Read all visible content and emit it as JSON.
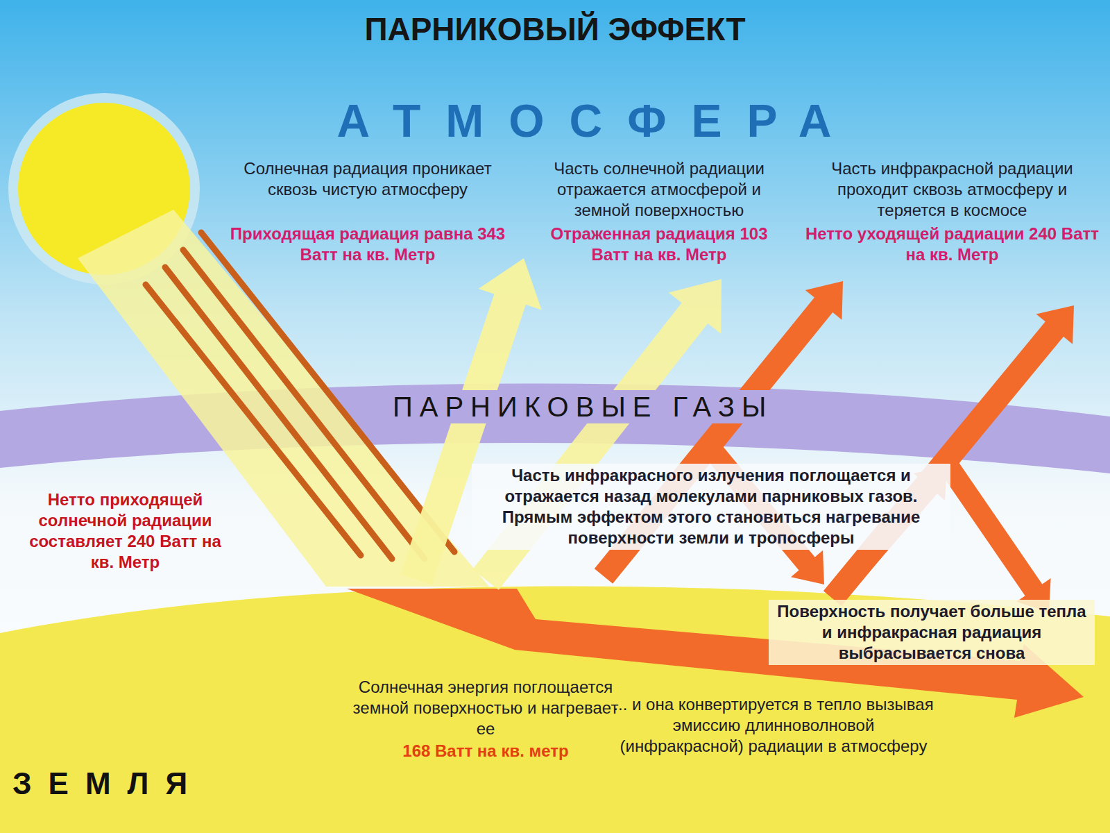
{
  "diagram": {
    "title": "ПАРНИКОВЫЙ ЭФФЕКТ",
    "nodes": [
      {
        "text": [
          "АТМОСФЕРА"
        ]
      },
      {
        "text": [
          "ПАРНИКОВЫЕ ГАЗЫ"
        ]
      },
      {
        "text": [
          "ЗЕМЛЯ"
        ]
      }
    ],
    "labels": [
      "Солнечная радиация проникает сквозь чистую атмосферу",
      "Приходящая радиация равна 343 Ватт на кв. Метр",
      "Часть солнечной радиации отражается атмосферой и земной поверхностью",
      "Отраженная радиация 103 Ватт на кв. Метр",
      "Часть инфракрасной радиации проходит сквозь атмосферу и теряется в космосе",
      "Нетто уходящей радиации 240 Ватт на кв. Метр",
      "Нетто приходящей солнечной радиации составляет 240 Ватт на кв. Метр",
      "Часть инфракрасного излучения поглощается и отражается назад молекулами парниковых газов. Прямым эффектом этого становиться нагревание поверхности земли и тропосферы",
      "Поверхность получает больше тепла и инфракрасная радиация выбрасывается снова",
      "Солнечная энергия поглощается земной поверхностью и нагревает ее",
      "168 Ватт на кв. метр",
      "... и она конвертируется в тепло вызывая эмиссию длинноволновой (инфракрасной) радиации в атмосферу"
    ]
  }
}
